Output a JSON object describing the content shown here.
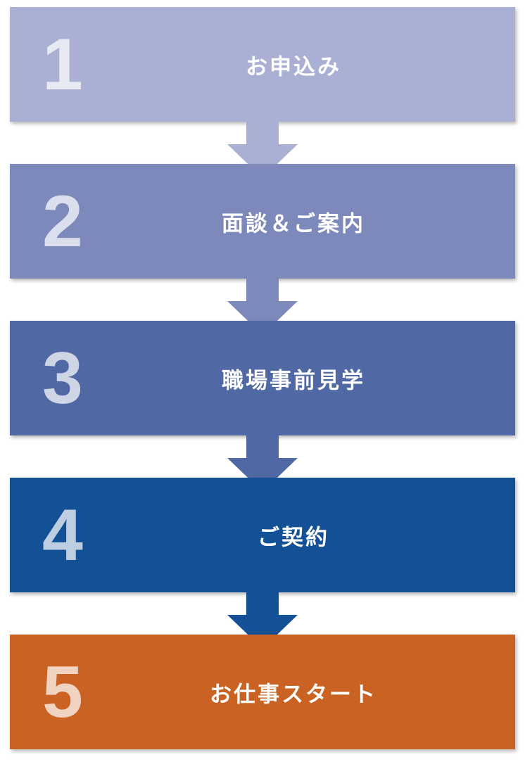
{
  "steps": [
    {
      "number": "1",
      "label": "お申込み",
      "color": "#aab0d3"
    },
    {
      "number": "2",
      "label": "面談＆ご案内",
      "color": "#7d89bb"
    },
    {
      "number": "3",
      "label": "職場事前見学",
      "color": "#5068a3"
    },
    {
      "number": "4",
      "label": "ご契約",
      "color": "#135095"
    },
    {
      "number": "5",
      "label": "お仕事スタート",
      "color": "#c96222"
    }
  ]
}
